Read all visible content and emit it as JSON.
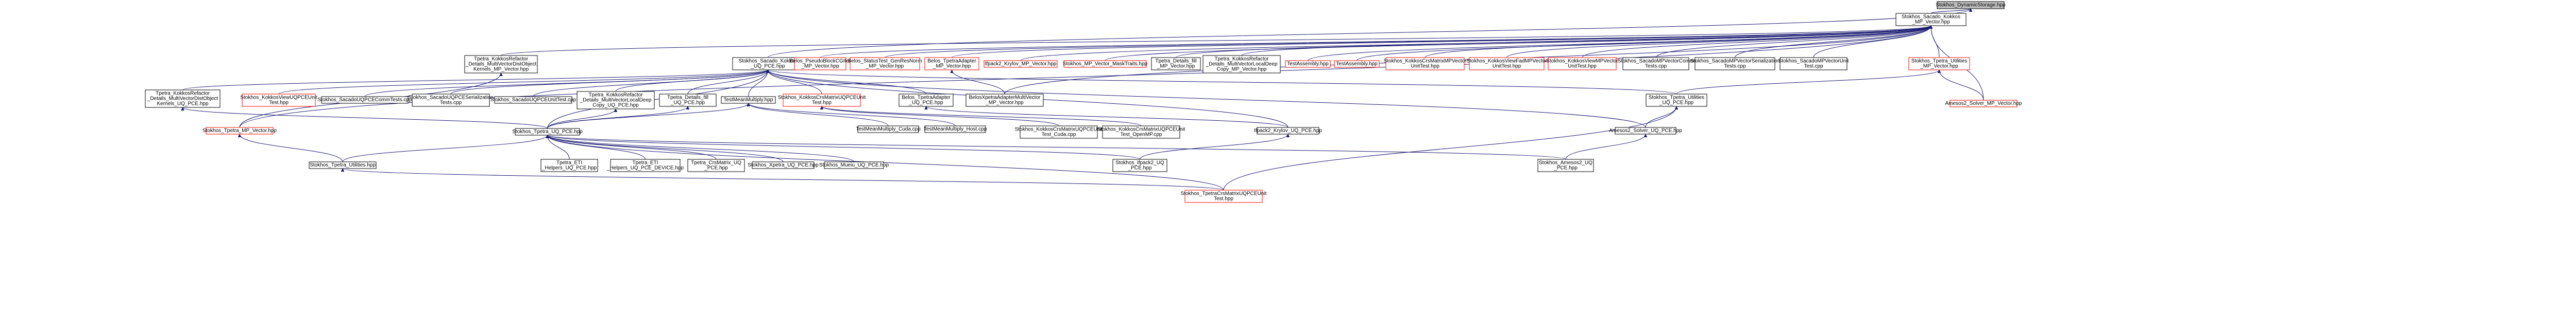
{
  "nodes": {
    "n0": {
      "label": [
        "Stokhos_DynamicStorage.hpp"
      ],
      "kind": "root"
    },
    "n1": {
      "label": [
        "Stokhos_Sacado_Kokkos",
        "_MP_Vector.hpp"
      ],
      "kind": "normal"
    },
    "n2": {
      "label": [
        "Tpetra_KokkosRefactor",
        "_Details_MultiVectorDistObject",
        "Kernels_MP_Vector.hpp"
      ],
      "kind": "normal"
    },
    "n3": {
      "label": [
        "Stokhos_Sacado_Kokkos",
        "_UQ_PCE.hpp"
      ],
      "kind": "normal"
    },
    "n4": {
      "label": [
        "Belos_PseudoBlockCGIter",
        "_MP_Vector.hpp"
      ],
      "kind": "red"
    },
    "n5": {
      "label": [
        "Belos_StatusTest_GenResNorm",
        "_MP_Vector.hpp"
      ],
      "kind": "red"
    },
    "n6": {
      "label": [
        "Belos_TpetraAdapter",
        "_MP_Vector.hpp"
      ],
      "kind": "red"
    },
    "n7": {
      "label": [
        "Ifpack2_Krylov_MP_Vector.hpp"
      ],
      "kind": "red"
    },
    "n8": {
      "label": [
        "Stokhos_MP_Vector_MaskTraits.hpp"
      ],
      "kind": "red"
    },
    "n9": {
      "label": [
        "Tpetra_Details_fill",
        "_MP_Vector.hpp"
      ],
      "kind": "normal"
    },
    "n10": {
      "label": [
        "Tpetra_KokkosRefactor",
        "_Details_MultiVectorLocalDeep",
        "Copy_MP_Vector.hpp"
      ],
      "kind": "normal"
    },
    "n11": {
      "label": [
        "TestAssembly.hpp"
      ],
      "kind": "red"
    },
    "n12": {
      "label": [
        "TestAssembly.hpp"
      ],
      "kind": "red"
    },
    "n13": {
      "label": [
        "Stokhos_KokkosCrsMatrixMPVector",
        "UnitTest.hpp"
      ],
      "kind": "red"
    },
    "n14": {
      "label": [
        "Stokhos_KokkosViewFadMPVector",
        "UnitTest.hpp"
      ],
      "kind": "red"
    },
    "n15": {
      "label": [
        "Stokhos_KokkosViewMPVector",
        "UnitTest.hpp"
      ],
      "kind": "red"
    },
    "n16": {
      "label": [
        "Stokhos_SacadoMPVectorComm",
        "Tests.cpp"
      ],
      "kind": "normal"
    },
    "n17": {
      "label": [
        "Stokhos_SacadoMPVectorSerialization",
        "Tests.cpp"
      ],
      "kind": "normal"
    },
    "n18": {
      "label": [
        "Stokhos_SacadoMPVectorUnit",
        "Test.cpp"
      ],
      "kind": "normal"
    },
    "n19": {
      "label": [
        "Stokhos_Tpetra_Utilities",
        "_MP_Vector.hpp"
      ],
      "kind": "red"
    },
    "n20": {
      "label": [
        "Tpetra_KokkosRefactor",
        "_Details_MultiVectorDistObject",
        "Kernels_UQ_PCE.hpp"
      ],
      "kind": "normal"
    },
    "n21": {
      "label": [
        "Stokhos_KokkosViewUQPCEUnit",
        "Test.hpp"
      ],
      "kind": "red"
    },
    "n22": {
      "label": [
        "Stokhos_SacadoUQPCECommTests.cpp"
      ],
      "kind": "normal"
    },
    "n23": {
      "label": [
        "Stokhos_SacadoUQPCESerialization",
        "Tests.cpp"
      ],
      "kind": "normal"
    },
    "n24": {
      "label": [
        "Stokhos_SacadoUQPCEUnitTest.cpp"
      ],
      "kind": "normal"
    },
    "n25": {
      "label": [
        "Tpetra_KokkosRefactor",
        "_Details_MultiVectorLocalDeep",
        "Copy_UQ_PCE.hpp"
      ],
      "kind": "normal"
    },
    "n26": {
      "label": [
        "Tpetra_Details_fill",
        "_UQ_PCE.hpp"
      ],
      "kind": "normal"
    },
    "n27": {
      "label": [
        "TestMeanMultiply.hpp"
      ],
      "kind": "normal"
    },
    "n28": {
      "label": [
        "Stokhos_KokkosCrsMatrixUQPCEUnit",
        "Test.hpp"
      ],
      "kind": "red"
    },
    "n29": {
      "label": [
        "Belos_TpetraAdapter",
        "_UQ_PCE.hpp"
      ],
      "kind": "normal"
    },
    "n30": {
      "label": [
        "BelosXpetraAdapterMultiVector",
        "_MP_Vector.hpp"
      ],
      "kind": "normal"
    },
    "n31": {
      "label": [
        "Stokhos_Tpetra_Utilities",
        "_UQ_PCE.hpp"
      ],
      "kind": "normal"
    },
    "n32": {
      "label": [
        "Amesos2_Solver_MP_Vector.hpp"
      ],
      "kind": "red"
    },
    "n33": {
      "label": [
        "Stokhos_Tpetra_MP_Vector.hpp"
      ],
      "kind": "red"
    },
    "n34": {
      "label": [
        "Stokhos_Tpetra_UQ_PCE.hpp"
      ],
      "kind": "normal"
    },
    "n35": {
      "label": [
        "TestMeanMultiply_Cuda.cpp"
      ],
      "kind": "normal"
    },
    "n36": {
      "label": [
        "TestMeanMultiply_Host.cpp"
      ],
      "kind": "normal"
    },
    "n37": {
      "label": [
        "Stokhos_KokkosCrsMatrixUQPCEUnit",
        "Test_Cuda.cpp"
      ],
      "kind": "normal"
    },
    "n38": {
      "label": [
        "Stokhos_KokkosCrsMatrixUQPCEUnit",
        "Test_OpenMP.cpp"
      ],
      "kind": "normal"
    },
    "n39": {
      "label": [
        "Ifpack2_Krylov_UQ_PCE.hpp"
      ],
      "kind": "normal"
    },
    "n40": {
      "label": [
        "Amesos2_Solver_UQ_PCE.hpp"
      ],
      "kind": "normal"
    },
    "n41": {
      "label": [
        "Stokhos_Tpetra_Utilities.hpp"
      ],
      "kind": "normal"
    },
    "n42": {
      "label": [
        "Tpetra_ETI",
        "_Helpers_UQ_PCE.hpp"
      ],
      "kind": "normal"
    },
    "n43": {
      "label": [
        "Tpetra_ETI",
        "_Helpers_UQ_PCE_DEVICE.hpp"
      ],
      "kind": "normal"
    },
    "n44": {
      "label": [
        "Tpetra_CrsMatrix_UQ",
        "_PCE.hpp"
      ],
      "kind": "normal"
    },
    "n45": {
      "label": [
        "Stokhos_Xpetra_UQ_PCE.hpp"
      ],
      "kind": "normal"
    },
    "n46": {
      "label": [
        "Stokhos_Mueiu_UQ_PCE.hpp"
      ],
      "kind": "normal"
    },
    "n47": {
      "label": [
        "Stokhos_Ifpack2_UQ",
        "_PCE.hpp"
      ],
      "kind": "normal"
    },
    "n48": {
      "label": [
        "Stokhos_Amesos2_UQ",
        "_PCE.hpp"
      ],
      "kind": "normal"
    },
    "n49": {
      "label": [
        "Stokhos_TpetraCrsMatrixUQPCEUnit",
        "Test.hpp"
      ],
      "kind": "red"
    }
  },
  "edges": [
    [
      "n1",
      "n0"
    ],
    [
      "n3",
      "n0"
    ],
    [
      "n2",
      "n1"
    ],
    [
      "n4",
      "n1"
    ],
    [
      "n5",
      "n1"
    ],
    [
      "n6",
      "n1"
    ],
    [
      "n7",
      "n1"
    ],
    [
      "n8",
      "n1"
    ],
    [
      "n9",
      "n1"
    ],
    [
      "n10",
      "n1"
    ],
    [
      "n11",
      "n1"
    ],
    [
      "n12",
      "n1"
    ],
    [
      "n13",
      "n1"
    ],
    [
      "n14",
      "n1"
    ],
    [
      "n15",
      "n1"
    ],
    [
      "n16",
      "n1"
    ],
    [
      "n17",
      "n1"
    ],
    [
      "n18",
      "n1"
    ],
    [
      "n19",
      "n1"
    ],
    [
      "n32",
      "n1"
    ],
    [
      "n33",
      "n1"
    ],
    [
      "n30",
      "n1"
    ],
    [
      "n20",
      "n3"
    ],
    [
      "n21",
      "n3"
    ],
    [
      "n22",
      "n3"
    ],
    [
      "n23",
      "n3"
    ],
    [
      "n24",
      "n3"
    ],
    [
      "n25",
      "n3"
    ],
    [
      "n26",
      "n3"
    ],
    [
      "n27",
      "n3"
    ],
    [
      "n28",
      "n3"
    ],
    [
      "n29",
      "n3"
    ],
    [
      "n31",
      "n3"
    ],
    [
      "n34",
      "n3"
    ],
    [
      "n39",
      "n3"
    ],
    [
      "n40",
      "n3"
    ],
    [
      "n33",
      "n2"
    ],
    [
      "n30",
      "n6"
    ],
    [
      "n32",
      "n19"
    ],
    [
      "n31",
      "n19"
    ],
    [
      "n35",
      "n27"
    ],
    [
      "n36",
      "n27"
    ],
    [
      "n37",
      "n28"
    ],
    [
      "n38",
      "n28"
    ],
    [
      "n34",
      "n20"
    ],
    [
      "n34",
      "n25"
    ],
    [
      "n34",
      "n26"
    ],
    [
      "n34",
      "n27"
    ],
    [
      "n39",
      "n29"
    ],
    [
      "n40",
      "n31"
    ],
    [
      "n41",
      "n33"
    ],
    [
      "n41",
      "n34"
    ],
    [
      "n42",
      "n34"
    ],
    [
      "n43",
      "n34"
    ],
    [
      "n44",
      "n34"
    ],
    [
      "n45",
      "n34"
    ],
    [
      "n46",
      "n34"
    ],
    [
      "n47",
      "n34"
    ],
    [
      "n48",
      "n34"
    ],
    [
      "n49",
      "n34"
    ],
    [
      "n47",
      "n39"
    ],
    [
      "n48",
      "n40"
    ],
    [
      "n49",
      "n31"
    ],
    [
      "n49",
      "n41"
    ]
  ]
}
